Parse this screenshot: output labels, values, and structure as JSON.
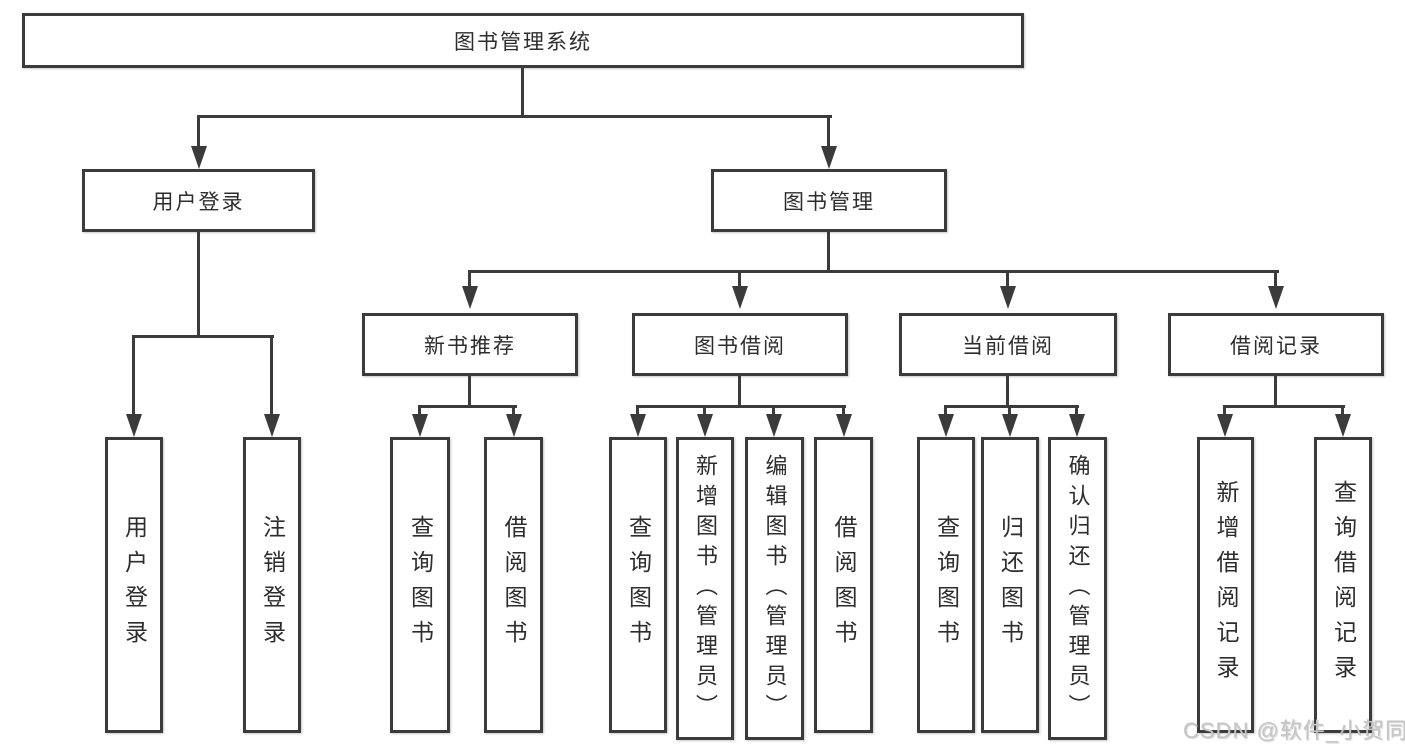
{
  "colors": {
    "line": "#3b3b3b",
    "text": "#2d2d2d",
    "box_background": "#ffffff",
    "watermark": "#c5c5c5"
  },
  "watermark": "CSDN @软件_小贺同学",
  "tree": {
    "label": "图书管理系统",
    "children": [
      {
        "label": "用户登录",
        "children": [
          {
            "label": "用户登录"
          },
          {
            "label": "注销登录"
          }
        ]
      },
      {
        "label": "图书管理",
        "children": [
          {
            "label": "新书推荐",
            "children": [
              {
                "label": "查询图书"
              },
              {
                "label": "借阅图书"
              }
            ]
          },
          {
            "label": "图书借阅",
            "children": [
              {
                "label": "查询图书"
              },
              {
                "label": "新增图书（管理员）"
              },
              {
                "label": "编辑图书（管理员）"
              },
              {
                "label": "借阅图书"
              }
            ]
          },
          {
            "label": "当前借阅",
            "children": [
              {
                "label": "查询图书"
              },
              {
                "label": "归还图书"
              },
              {
                "label": "确认归还（管理员）"
              }
            ]
          },
          {
            "label": "借阅记录",
            "children": [
              {
                "label": "新增借阅记录"
              },
              {
                "label": "查询借阅记录"
              }
            ]
          }
        ]
      }
    ]
  }
}
